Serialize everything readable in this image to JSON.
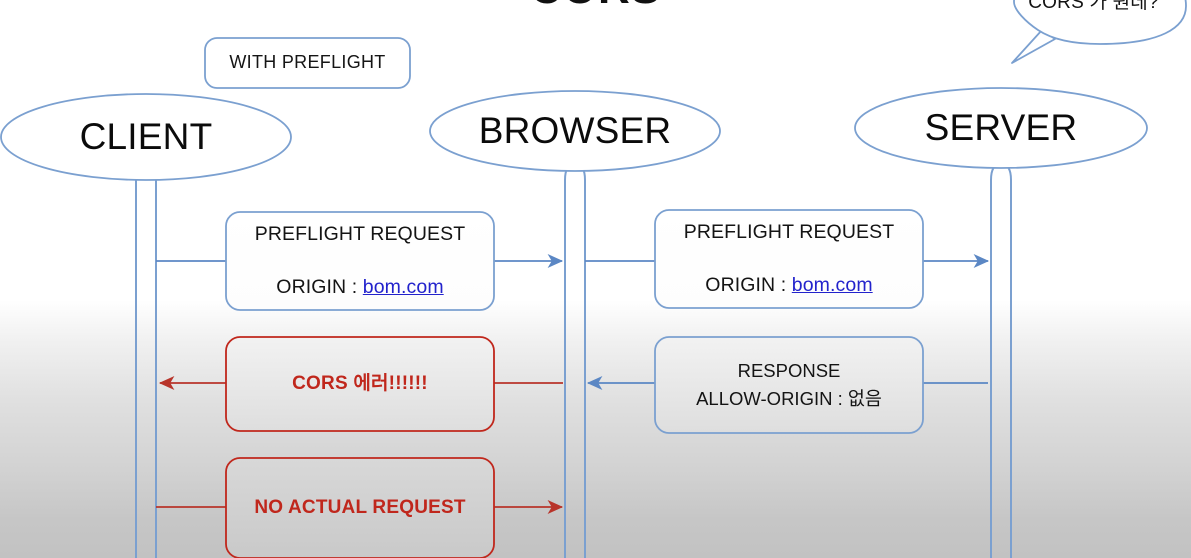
{
  "diagram": {
    "title_cut_off": "CORS",
    "background": {
      "top_color": "#ffffff",
      "bottom_color": "#c2c2c2"
    },
    "colors": {
      "outline_blue": "#7ba0d0",
      "arrow_blue": "#5b87c4",
      "error_red": "#c0271c",
      "arrow_red": "#b8342a",
      "link_blue": "#2222cc",
      "text_black": "#111111"
    },
    "tag": {
      "label": "WITH PREFLIGHT"
    },
    "actors": [
      {
        "id": "client",
        "label": "CLIENT"
      },
      {
        "id": "browser",
        "label": "BROWSER"
      },
      {
        "id": "server",
        "label": "SERVER"
      }
    ],
    "speech_bubble": {
      "text": "CORS 가 뭔데?",
      "points_to": "server"
    },
    "messages": [
      {
        "id": "preflight-client-browser",
        "line1": "PREFLIGHT REQUEST",
        "line2_prefix": "ORIGIN : ",
        "line2_link": "bom.com",
        "style": "blue",
        "direction": "right",
        "from": "client",
        "to": "browser"
      },
      {
        "id": "preflight-browser-server",
        "line1": "PREFLIGHT REQUEST",
        "line2_prefix": "ORIGIN : ",
        "line2_link": "bom.com",
        "style": "blue",
        "direction": "right",
        "from": "browser",
        "to": "server"
      },
      {
        "id": "cors-error",
        "line1": "CORS 에러!!!!!!",
        "style": "red",
        "direction": "left",
        "from": "browser",
        "to": "client"
      },
      {
        "id": "response-no-allow-origin",
        "line1": "RESPONSE",
        "line2": "ALLOW-ORIGIN : 없음",
        "style": "blue",
        "direction": "left",
        "from": "server",
        "to": "browser"
      },
      {
        "id": "no-actual-request",
        "line1": "NO ACTUAL REQUEST",
        "style": "red",
        "direction": "right",
        "from": "client",
        "to": "browser"
      }
    ]
  }
}
